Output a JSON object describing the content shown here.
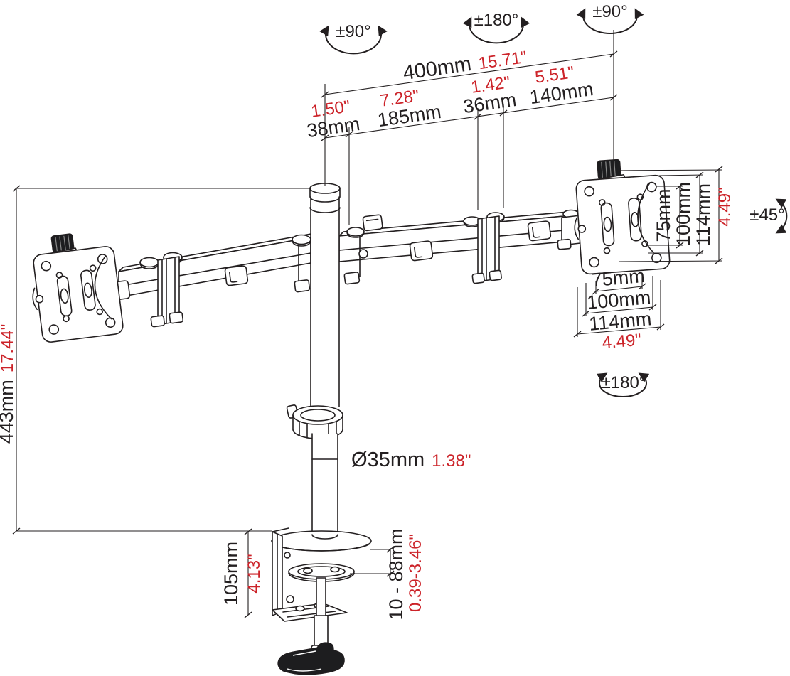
{
  "diagram": {
    "colors": {
      "ink": "#231f20",
      "accent": "#cc2329",
      "background": "#ffffff"
    },
    "rotation_labels": {
      "pole_top": "±90°",
      "arm_mid": "±180°",
      "arm_end": "±90°",
      "tilt": "±45°",
      "vesa_rotation": "±180°"
    },
    "dimensions": {
      "arm_total": {
        "mm": "400mm",
        "inch": "15.71\""
      },
      "pole_width": {
        "mm": "38mm",
        "inch": "1.50\""
      },
      "rear_arm": {
        "mm": "185mm",
        "inch": "7.28\""
      },
      "joint": {
        "mm": "36mm",
        "inch": "1.42\""
      },
      "front_arm": {
        "mm": "140mm",
        "inch": "5.51\""
      },
      "pole_height": {
        "mm": "443mm",
        "inch": "17.44\""
      },
      "pole_diameter": {
        "mm": "Ø35mm",
        "inch": "1.38\""
      },
      "clamp_height": {
        "mm": "105mm",
        "inch": "4.13\""
      },
      "desk_thickness": {
        "mm": "10 - 88mm",
        "inch": "0.39-3.46\""
      },
      "vesa_vertical": {
        "v75": "75mm",
        "v100": "100mm",
        "v114": "114mm",
        "inch": "4.49\""
      },
      "vesa_horizontal": {
        "v75": "75mm",
        "v100": "100mm",
        "v114": "114mm",
        "inch": "4.49\""
      }
    }
  }
}
